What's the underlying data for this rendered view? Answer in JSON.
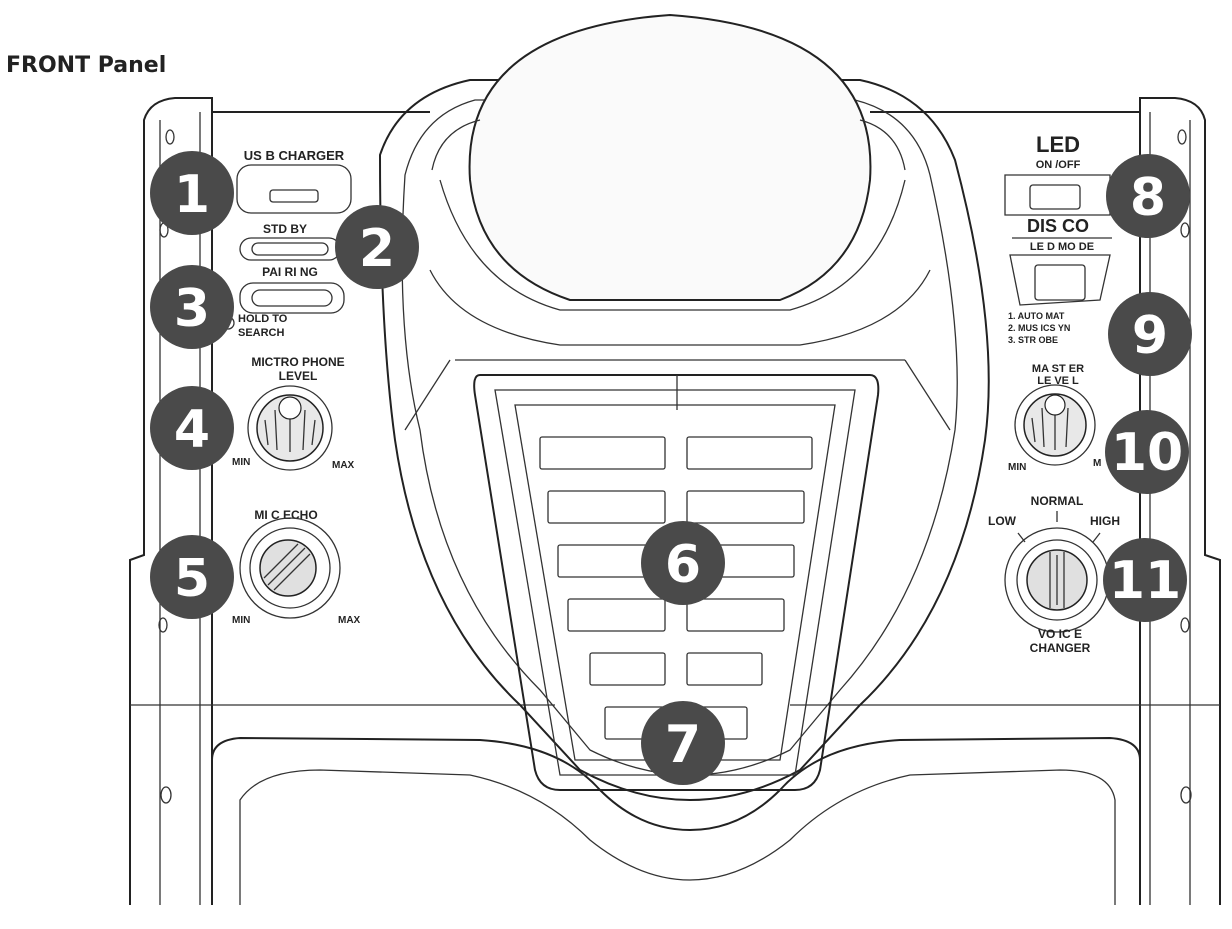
{
  "title": "FRONT Panel",
  "labels": {
    "usb_charger": "US B CHARGER",
    "standby": "STD BY",
    "pairing": "PAI RI NG",
    "hold_to": "HOLD TO",
    "search": "SEARCH",
    "mic_level_1": "MICTRO PHONE",
    "mic_level_2": "LEVEL",
    "min_a": "MIN",
    "max_a": "MAX",
    "mic_echo": "MI C ECHO",
    "min_b": "MIN",
    "max_b": "MAX",
    "led": "LED",
    "led_on_off": "ON /OFF",
    "disco": "DIS CO",
    "led_mode": "LE D MO DE",
    "mode_1": "1. AUTO MAT",
    "mode_2": "2. MUS ICS YN",
    "mode_3": "3. STR OBE",
    "master_1": "MA ST ER",
    "master_2": "LE VE L",
    "min_c": "MIN",
    "max_c": "M",
    "normal": "NORMAL",
    "low": "LOW",
    "high": "HIGH",
    "voice_1": "VO IC E",
    "voice_2": "CHANGER"
  },
  "callouts": [
    "1",
    "2",
    "3",
    "4",
    "5",
    "6",
    "7",
    "8",
    "9",
    "10",
    "11"
  ],
  "colors": {
    "callout": "#4a4a4a",
    "line": "#222222"
  }
}
